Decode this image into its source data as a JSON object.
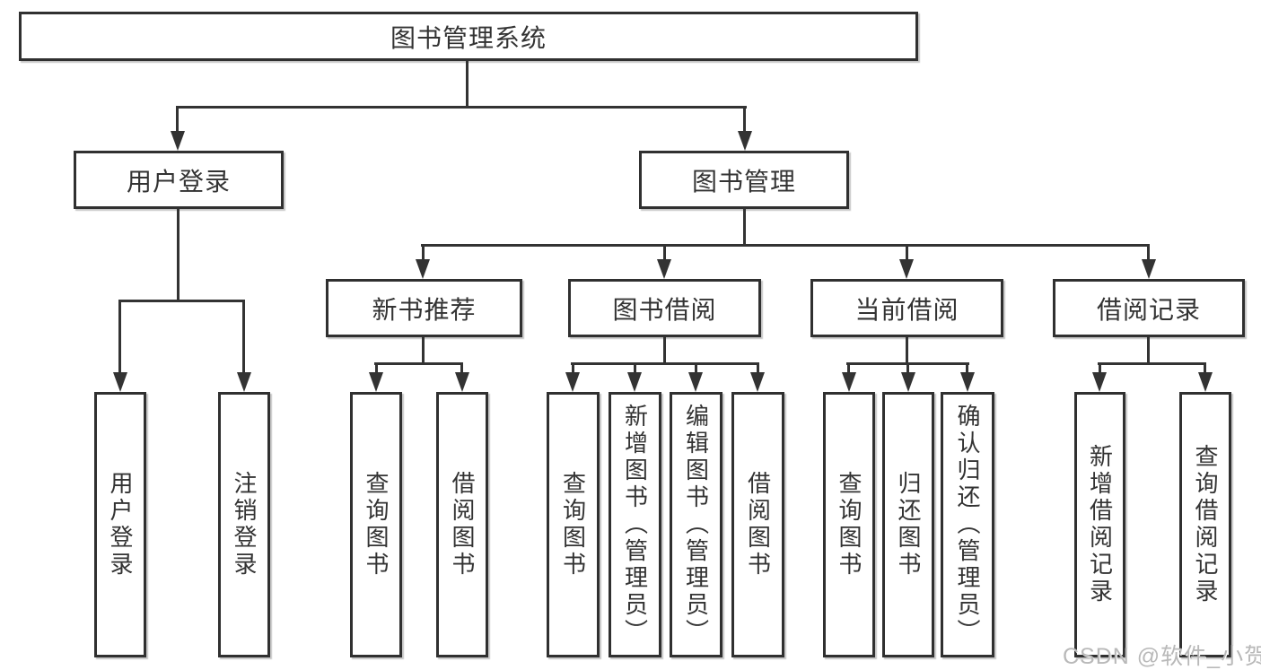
{
  "diagram": {
    "root": "图书管理系统",
    "level2": {
      "user_login": "用户登录",
      "book_management": "图书管理"
    },
    "level3": {
      "new_book_recommend": "新书推荐",
      "book_borrow": "图书借阅",
      "current_borrow": "当前借阅",
      "borrow_records": "借阅记录"
    },
    "leaves": {
      "user_login": "用户登录",
      "logout": "注销登录",
      "nb_query": "查询图书",
      "nb_borrow": "借阅图书",
      "bb_query": "查询图书",
      "bb_add": "新增图书（管理员）",
      "bb_edit": "编辑图书（管理员）",
      "bb_borrow": "借阅图书",
      "cb_query": "查询图书",
      "cb_return": "归还图书",
      "cb_confirm": "确认归还（管理员）",
      "br_add": "新增借阅记录",
      "br_query": "查询借阅记录"
    },
    "watermark": "CSDN @软件_小贺同学",
    "colors": {
      "line": "#333333",
      "text": "#333333",
      "background": "#ffffff",
      "watermark": "#b9b9b9"
    }
  }
}
